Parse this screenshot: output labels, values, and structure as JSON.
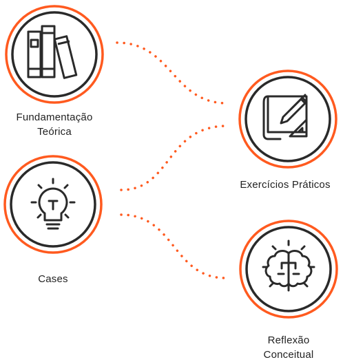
{
  "nodes": {
    "fundamentacao": {
      "line1": "Fundamentação",
      "line2": "Teórica",
      "icon": "books-icon"
    },
    "cases": {
      "line1": "Cases",
      "icon": "lightbulb-icon"
    },
    "exercicios": {
      "line1": "Exercícios Práticos",
      "icon": "drafting-tools-icon"
    },
    "reflexao": {
      "line1": "Reflexão",
      "line2": "Conceitual",
      "icon": "brain-icon"
    }
  },
  "colors": {
    "ring_outer": "#ff5a1f",
    "ring_inner": "#2a2a2a",
    "dots": "#ff5a1f",
    "icon": "#2a2a2a"
  }
}
